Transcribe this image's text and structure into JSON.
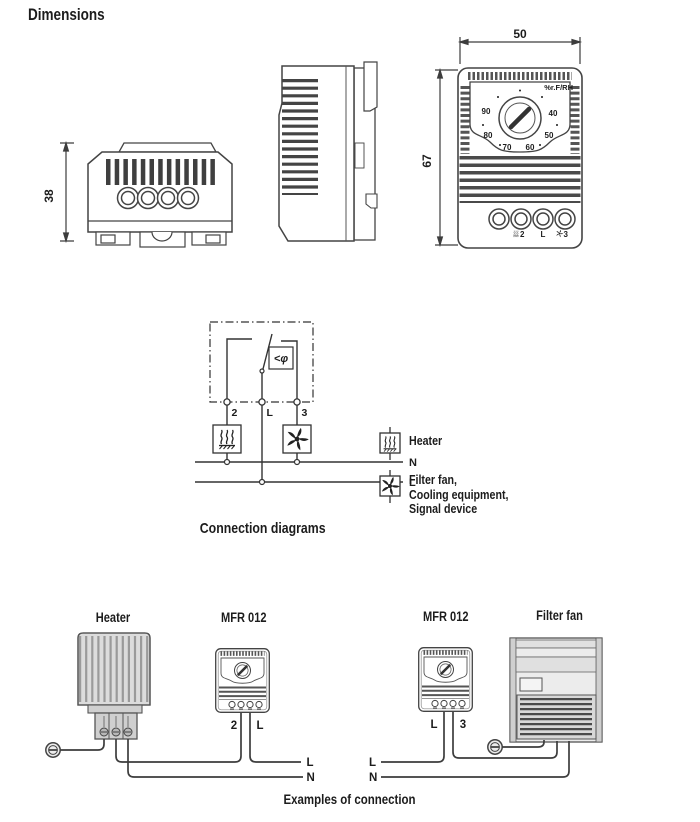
{
  "title": "Dimensions",
  "dimension_views": {
    "height_38": "38",
    "width_50": "50",
    "height_67": "67",
    "front_panel": {
      "unit": "%r.F/RH",
      "ticks": [
        "40",
        "50",
        "60",
        "70",
        "80",
        "90"
      ],
      "terminals": [
        "2",
        "L",
        "3"
      ]
    }
  },
  "schematic": {
    "caption": "Connection diagrams",
    "sensor": "<φ",
    "terminals": [
      "2",
      "L",
      "3"
    ],
    "n": "N",
    "l": "L"
  },
  "legend": {
    "heater": "Heater",
    "fan_lines": [
      "Filter fan,",
      "Cooling equipment,",
      "Signal device"
    ]
  },
  "examples": {
    "caption": "Examples of connection",
    "heater": "Heater",
    "mfr1": "MFR 012",
    "mfr2": "MFR 012",
    "fan": "Filter fan",
    "left": {
      "wire1": "2",
      "wire2": "L",
      "l": "L",
      "n": "N"
    },
    "right": {
      "wire1": "L",
      "wire2": "3",
      "l": "L",
      "n": "N"
    }
  },
  "colors": {
    "line": "#3d3d3d",
    "fill_light": "#e6e6e6"
  }
}
